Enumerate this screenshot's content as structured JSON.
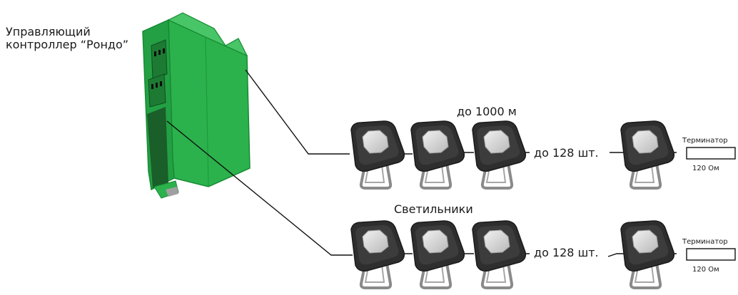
{
  "controller": {
    "label_line1": "Управляющий",
    "label_line2": "контроллер “Рондо”"
  },
  "labels": {
    "distance": "до 1000 м",
    "fixtures": "Светильники"
  },
  "chains": [
    {
      "count_label": "до 128 шт.",
      "terminator_label": "Терминатор",
      "resistance_label": "120 Ом"
    },
    {
      "count_label": "до 128 шт.",
      "terminator_label": "Терминатор",
      "resistance_label": "120 Ом"
    }
  ],
  "colors": {
    "controller_green": "#2bb24c",
    "controller_dark": "#1d7a33",
    "fixture_body": "#2e2e2e",
    "fixture_lens": "#d9d9d9",
    "bracket": "#7a7a7a",
    "wire": "#111111"
  }
}
